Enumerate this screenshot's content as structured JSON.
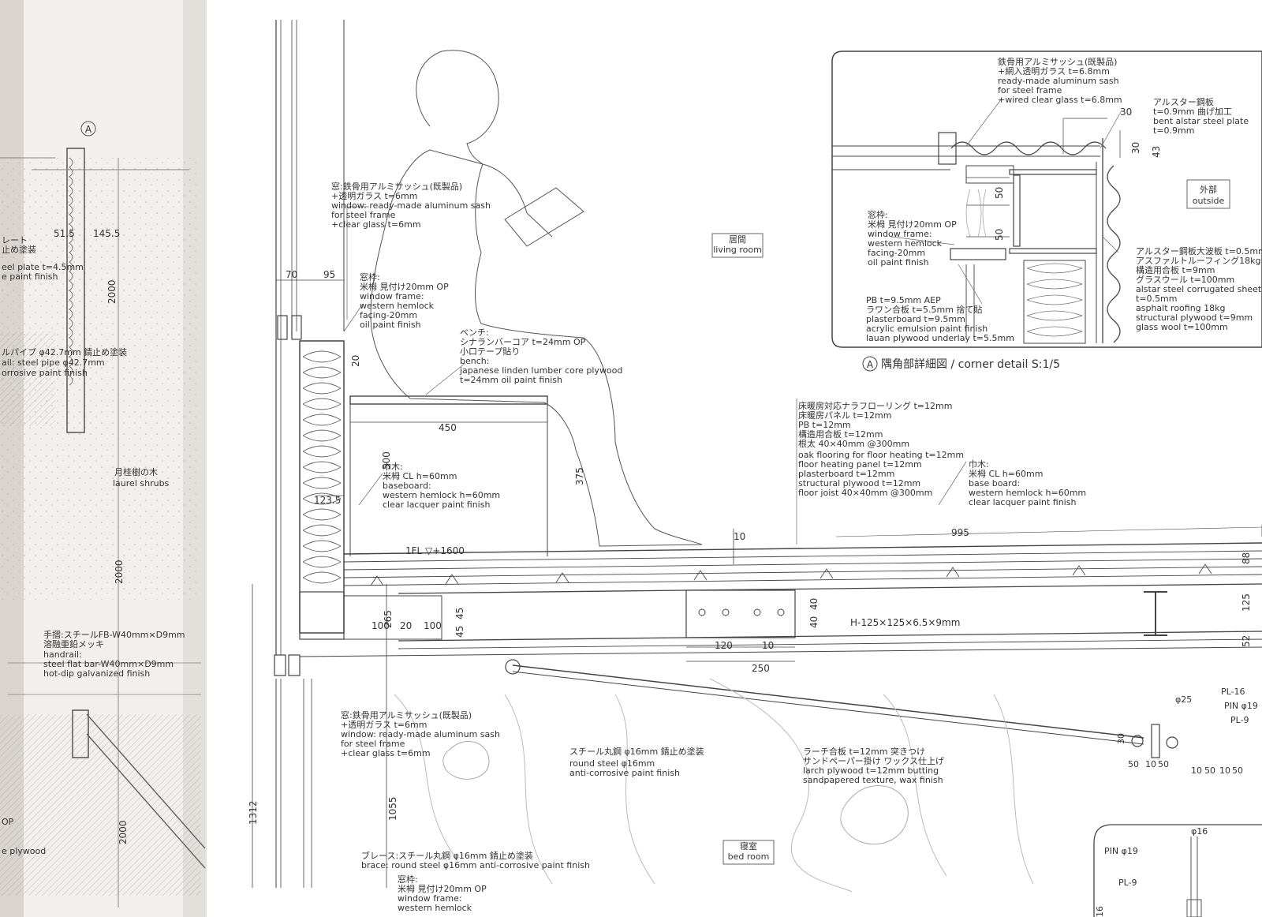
{
  "left_page": {
    "marker": "A",
    "dims": [
      "51.5",
      "145.5",
      "2000",
      "2000",
      "2000"
    ],
    "notes": [
      [
        "レート",
        "止め塗装",
        "eel plate t=4.5mm",
        "e paint finish"
      ],
      [
        "ルパイプ φ42.7mm 錆止め塗装",
        "ail: steel pipe φ42.7mm",
        "orrosive paint finish"
      ],
      [
        "月桂樹の木",
        "laurel shrubs"
      ],
      [
        "手摺:スチールFB-W40mm×D9mm",
        "溶融亜鉛メッキ",
        "handrail:",
        "steel flat bar-W40mm×D9mm",
        "hot-dip galvanized finish"
      ],
      [
        "OP",
        "e plywood"
      ]
    ]
  },
  "main": {
    "rooms": [
      {
        "jp": "居間",
        "en": "living room"
      },
      {
        "jp": "寝室",
        "en": "bed room"
      }
    ],
    "notes": [
      [
        "窓:鉄骨用アルミサッシュ(既製品)",
        "+透明ガラス t=6mm",
        "window: ready-made aluminum sash",
        "for steel frame",
        "+clear glass t=6mm"
      ],
      [
        "窓枠:",
        "米栂 見付け20mm OP",
        "window frame:",
        "western hemlock",
        "facing-20mm",
        "oil paint finish"
      ],
      [
        "ベンチ:",
        "シナランバーコア t=24mm OP",
        "小口テープ貼り",
        "bench:",
        "japanese linden lumber core plywood",
        "t=24mm oil paint finish"
      ],
      [
        "巾木:",
        "米栂 CL h=60mm",
        "baseboard:",
        "western hemlock h=60mm",
        "clear lacquer paint finish"
      ],
      [
        "床暖房対応ナラフローリング t=12mm",
        "床暖房パネル t=12mm",
        "PB t=12mm",
        "構造用合板 t=12mm",
        "根太 40×40mm @300mm",
        "oak flooring for floor heating t=12mm",
        "floor heating panel t=12mm",
        "plasterboard t=12mm",
        "structural plywood t=12mm",
        "floor joist 40×40mm @300mm"
      ],
      [
        "巾木:",
        "米栂 CL h=60mm",
        "base board:",
        "western hemlock h=60mm",
        "clear lacquer paint finish"
      ],
      [
        "窓:鉄骨用アルミサッシュ(既製品)",
        "+透明ガラス t=6mm",
        "window: ready-made aluminum sash",
        "for steel frame",
        "+clear glass t=6mm"
      ],
      [
        "スチール丸鋼 φ16mm 錆止め塗装",
        "round steel φ16mm",
        "anti-corrosive paint finish"
      ],
      [
        "ラーチ合板 t=12mm 突きつけ",
        "サンドペーパー掛け ワックス仕上げ",
        "larch plywood t=12mm butting",
        "sandpapered texture, wax finish"
      ],
      [
        "ブレース:スチール丸鋼 φ16mm 錆止め塗装",
        "brace: round steel φ16mm anti-corrosive paint finish"
      ],
      [
        "窓枠:",
        "米栂 見付け20mm OP",
        "window frame:",
        "western hemlock"
      ]
    ],
    "dims": [
      "70",
      "95",
      "20",
      "450",
      "500",
      "375",
      "123.5",
      "10",
      "995",
      "265",
      "45",
      "45",
      "100",
      "20",
      "100",
      "40",
      "40",
      "120",
      "10",
      "250",
      "1312",
      "1055",
      "88",
      "125",
      "52"
    ],
    "floor_level": "1FL ▽+1600",
    "beam": "H-125×125×6.5×9mm",
    "pin_labels": [
      "φ25",
      "PL-16",
      "PIN φ19",
      "PL-9",
      "30",
      "50",
      "10",
      "50",
      "10",
      "50",
      "10",
      "50"
    ],
    "lower_right": [
      "φ16",
      "PIN φ19",
      "PL-9",
      "16"
    ]
  },
  "inset": {
    "marker": "A",
    "title": "隅角部詳細図 / corner detail  S:1/5",
    "outside_jp": "外部",
    "outside_en": "outside",
    "dims": [
      "30",
      "30",
      "43",
      "50",
      "50"
    ],
    "notes": [
      [
        "鉄骨用アルミサッシュ(既製品)",
        "+網入透明ガラス t=6.8mm",
        "ready-made aluminum sash",
        "for steel frame",
        "+wired clear glass t=6.8mm"
      ],
      [
        "アルスター鋼板",
        "t=0.9mm 曲げ加工",
        "bent alstar steel plate",
        "t=0.9mm"
      ],
      [
        "窓枠:",
        "米栂 見付け20mm OP",
        "window frame:",
        "western hemlock",
        "facing-20mm",
        "oil paint finish"
      ],
      [
        "アルスター鋼板大波板 t=0.5mm",
        "アスファルトルーフィング18kg",
        "構造用合板 t=9mm",
        "グラスウール t=100mm",
        "alstar steel corrugated sheet",
        "t=0.5mm",
        "asphalt roofing   18kg",
        "structural plywood t=9mm",
        "glass wool t=100mm"
      ],
      [
        "PB t=9.5mm AEP",
        "ラワン合板 t=5.5mm 捨て貼",
        "plasterboard t=9.5mm",
        "acrylic emulsion paint finish",
        "lauan plywood underlay t=5.5mm"
      ]
    ]
  }
}
